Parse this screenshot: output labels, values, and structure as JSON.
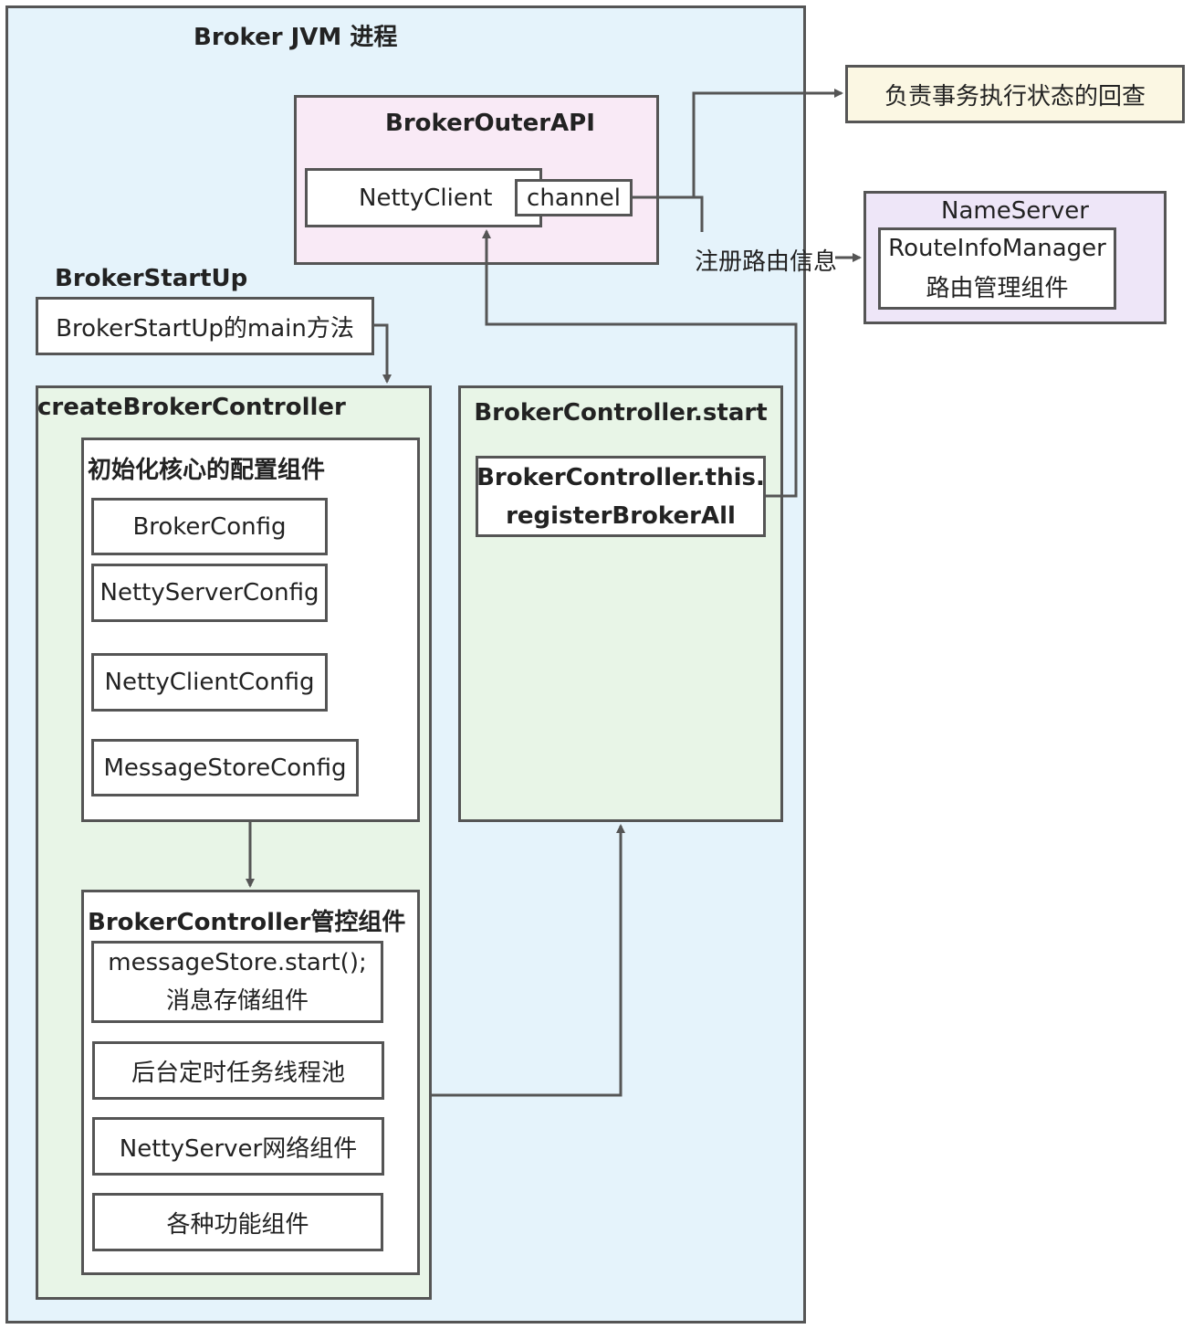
{
  "colors": {
    "jvm_fill": "#e5f3fb",
    "outer_api_fill": "#f9eaf6",
    "green_fill": "#e8f5e7",
    "nameserver_fill": "#eee6f8",
    "callout_fill": "#fbf7e3",
    "stroke": "#555555"
  },
  "jvm": {
    "title": "Broker JVM 进程"
  },
  "outer_api": {
    "title": "BrokerOuterAPI",
    "netty_client": "NettyClient",
    "channel": "channel"
  },
  "callout": {
    "text": "负责事务执行状态的回查"
  },
  "register_label": "注册路由信息",
  "nameserver": {
    "title": "NameServer",
    "route_line1": "RouteInfoManager",
    "route_line2": "路由管理组件"
  },
  "startup": {
    "title": "BrokerStartUp",
    "main": "BrokerStartUp的main方法"
  },
  "create": {
    "title": "createBrokerController",
    "init_title": "初始化核心的配置组件",
    "configs": [
      "BrokerConfig",
      "NettyServerConfig",
      "NettyClientConfig",
      "MessageStoreConfig"
    ],
    "ctrl_title": "BrokerController管控组件",
    "store_line1": "messageStore.start();",
    "store_line2": "消息存储组件",
    "components": [
      "后台定时任务线程池",
      "NettyServer网络组件",
      "各种功能组件"
    ]
  },
  "start": {
    "title": "BrokerController.start",
    "register_line1": "BrokerController.this.",
    "register_line2": "registerBrokerAll"
  }
}
